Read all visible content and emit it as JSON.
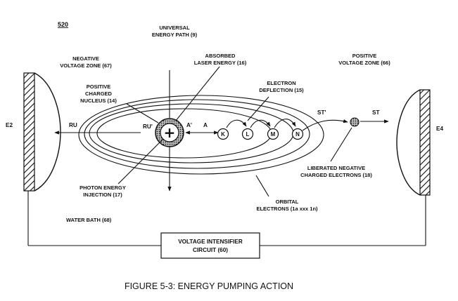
{
  "figure_number": "520",
  "caption": "FIGURE 5-3: ENERGY PUMPING ACTION",
  "labels": {
    "universal_path": [
      "UNIVERSAL",
      "ENERGY PATH (9)"
    ],
    "absorbed_laser": [
      "ABSORBED",
      "LASER ENERGY (16)"
    ],
    "negative_zone": [
      "NEGATIVE",
      "VOLTAGE ZONE (67)"
    ],
    "positive_zone": [
      "POSITIVE",
      "VOLTAGE ZONE (66)"
    ],
    "positive_nucleus": [
      "POSITIVE",
      "CHARGED",
      "NUCLEUS (14)"
    ],
    "electron_deflection": [
      "ELECTRON",
      "DEFLECTION (15)"
    ],
    "photon_injection": [
      "PHOTON ENERGY",
      "INJECTION (17)"
    ],
    "liberated_electrons": [
      "LIBERATED NEGATIVE",
      "CHARGED ELECTRONS (18)"
    ],
    "orbital_electrons": [
      "ORBITAL",
      "ELECTRONS (1a xxx 1n)"
    ],
    "water_bath": "WATER BATH (68)",
    "voltage_circuit": [
      "VOLTAGE INTENSIFIER",
      "CIRCUIT (60)"
    ],
    "e2": "E2",
    "e4": "E4",
    "ru": "RU",
    "ru_prime": "RU'",
    "a_prime": "A'",
    "a": "A",
    "st": "ST",
    "st_prime": "ST'",
    "nucleus_symbol": "+"
  },
  "orbitals": [
    "K",
    "L",
    "M",
    "N"
  ]
}
